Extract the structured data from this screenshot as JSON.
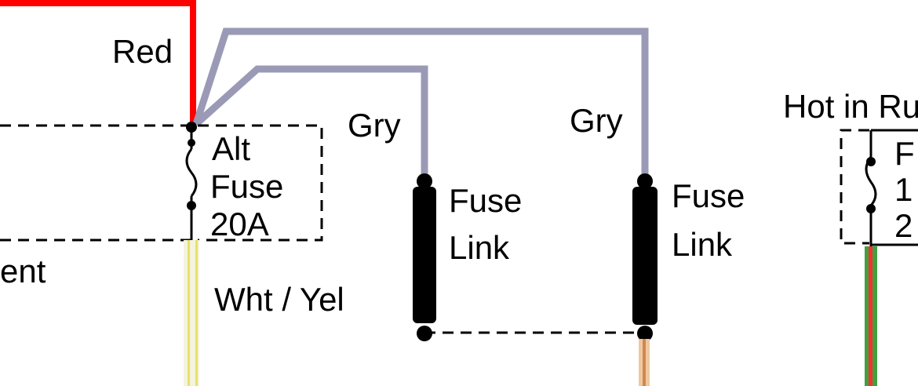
{
  "wires": {
    "red": "Red",
    "gray_left": "Gry",
    "gray_right": "Gry",
    "white_yellow": "Wht / Yel"
  },
  "components": {
    "alt_fuse": {
      "line1": "Alt",
      "line2": "Fuse",
      "line3": "20A"
    },
    "fuse_link_left": {
      "line1": "Fuse",
      "line2": "Link"
    },
    "fuse_link_right": {
      "line1": "Fuse",
      "line2": "Link"
    },
    "hot_in_run_partial": {
      "heading": "Hot in Ru",
      "line1": "F",
      "line2": "1",
      "line3": "2"
    }
  },
  "left_label_partial": "ent",
  "colors": {
    "red_wire": "#ff0000",
    "gray_wire": "#9a9ab6",
    "white_wire": "#f4f4dc",
    "yellow_wire": "#e8e070",
    "orange_wire": "#d08850",
    "green_wire": "#40a040",
    "fuse_body": "#000000",
    "dashed_box": "#000000"
  }
}
